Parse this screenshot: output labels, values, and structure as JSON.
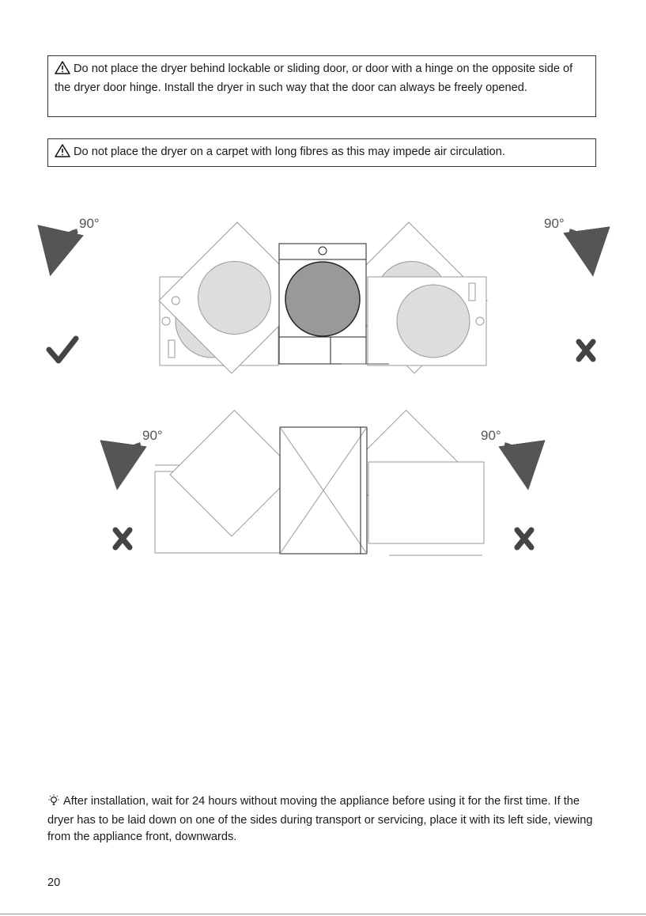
{
  "warnings": [
    {
      "text": "Do not place the dryer behind lockable or sliding door, or door with a hinge on the opposite side of the dryer door hinge. Install the dryer in such way that the door can always be freely opened."
    },
    {
      "text": "Do not place the dryer on a carpet with long fibres as this may impede air circulation."
    }
  ],
  "figure": {
    "labels": {
      "top_left": "90°",
      "top_right": "90°",
      "bottom_left": "90°",
      "bottom_right": "90°"
    },
    "marks": {
      "top_left": "correct",
      "top_right": "wrong",
      "bottom_left": "wrong",
      "bottom_right": "wrong"
    }
  },
  "tip": {
    "text": "After installation, wait for 24 hours without moving the appliance before using it for the first time. If the dryer has to be laid down on one of the sides during transport or servicing, place it with its left side, viewing from the appliance front, downwards."
  },
  "page_number": "20"
}
